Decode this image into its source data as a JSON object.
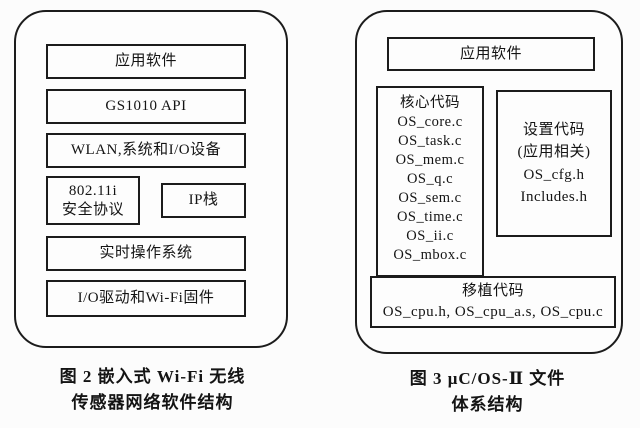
{
  "left_diagram": {
    "layers": {
      "app": "应用软件",
      "api": "GS1010 API",
      "wlan": "WLAN,系统和I/O设备",
      "security_line1": "802.11i",
      "security_line2": "安全协议",
      "ip_stack": "IP栈",
      "rtos": "实时操作系统",
      "firmware": "I/O驱动和Wi-Fi固件"
    },
    "caption_line1": "图 2  嵌入式 Wi-Fi 无线",
    "caption_line2": "传感器网络软件结构"
  },
  "right_diagram": {
    "top_box": "应用软件",
    "core_box": {
      "title": "核心代码",
      "files": [
        "OS_core.c",
        "OS_task.c",
        "OS_mem.c",
        "OS_q.c",
        "OS_sem.c",
        "OS_time.c",
        "OS_ii.c",
        "OS_mbox.c"
      ]
    },
    "config_box": {
      "title": "设置代码",
      "subtitle": "(应用相关)",
      "files": [
        "OS_cfg.h",
        "Includes.h"
      ]
    },
    "port_box": {
      "title": "移植代码",
      "files": "OS_cpu.h,  OS_cpu_a.s,  OS_cpu.c"
    },
    "caption_line1": "图 3  μC/OS-Ⅱ 文件",
    "caption_line2": "体系结构"
  }
}
